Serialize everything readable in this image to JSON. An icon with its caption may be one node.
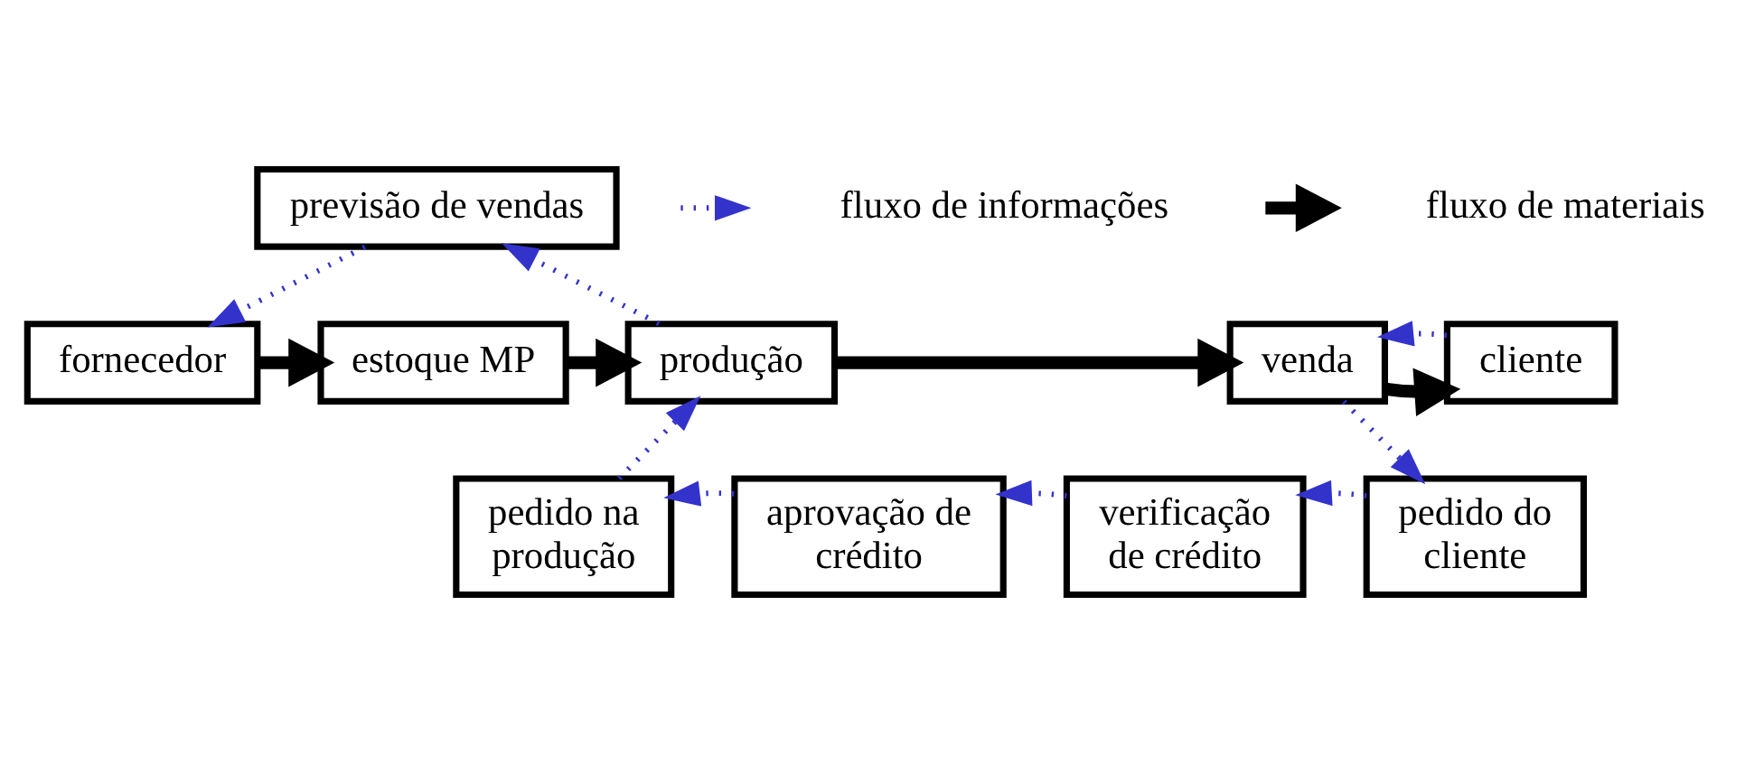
{
  "diagram": {
    "nodes": [
      {
        "text": [
          "previsão de vendas"
        ]
      },
      {
        "text": [
          "fornecedor"
        ]
      },
      {
        "text": [
          "estoque MP"
        ]
      },
      {
        "text": [
          "produção"
        ]
      },
      {
        "text": [
          "venda"
        ]
      },
      {
        "text": [
          "cliente"
        ]
      },
      {
        "text": [
          "pedido na produção"
        ]
      },
      {
        "text": [
          "aprovação de crédito"
        ]
      },
      {
        "text": [
          "verificação de crédito"
        ]
      },
      {
        "text": [
          "pedido do cliente"
        ]
      }
    ],
    "edges": [
      {
        "from": 0,
        "to": 1,
        "arrow": "to",
        "style": "dashed"
      },
      {
        "from": 1,
        "to": 2,
        "arrow": "to",
        "style": "thick",
        "color": "#000000"
      },
      {
        "from": 2,
        "to": 3,
        "arrow": "to",
        "style": "thick",
        "color": "#000000"
      },
      {
        "from": 3,
        "to": 4,
        "arrow": "to",
        "style": "thick",
        "color": "#000000"
      },
      {
        "from": 4,
        "to": 5,
        "arrow": "to",
        "style": "thick",
        "color": "#000000"
      },
      {
        "from": 3,
        "to": 0,
        "arrow": "to",
        "style": "dashed"
      },
      {
        "from": 5,
        "to": 4,
        "arrow": "to",
        "style": "dashed"
      },
      {
        "from": 4,
        "to": 9,
        "arrow": "to",
        "style": "dashed"
      },
      {
        "from": 9,
        "to": 8,
        "arrow": "to",
        "style": "dashed"
      },
      {
        "from": 8,
        "to": 7,
        "arrow": "to",
        "style": "dashed"
      },
      {
        "from": 7,
        "to": 6,
        "arrow": "to",
        "style": "dashed"
      },
      {
        "from": 6,
        "to": 3,
        "arrow": "to",
        "style": "dashed"
      }
    ],
    "legend": [
      {
        "text": "fluxo de informações"
      },
      {
        "text": "fluxo de materiais"
      }
    ]
  }
}
